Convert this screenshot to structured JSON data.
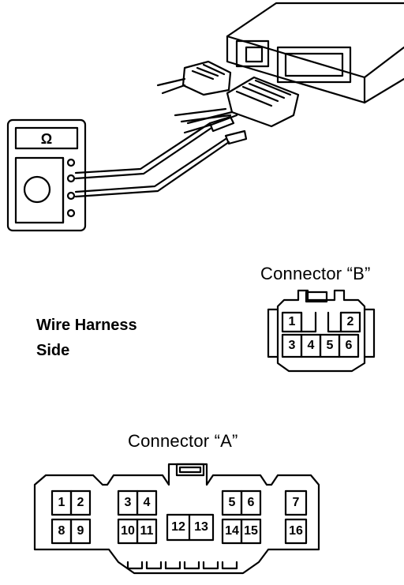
{
  "meter": {
    "symbol": "Ω"
  },
  "labels": {
    "connector_b": "Connector “B”",
    "connector_a": "Connector “A”",
    "wire_harness_line1": "Wire Harness",
    "wire_harness_line2": "Side"
  },
  "connector_b_pins": [
    "1",
    "2",
    "3",
    "4",
    "5",
    "6"
  ],
  "connector_a_pins": [
    "1",
    "2",
    "3",
    "4",
    "5",
    "6",
    "7",
    "8",
    "9",
    "10",
    "11",
    "12",
    "13",
    "14",
    "15",
    "16"
  ]
}
